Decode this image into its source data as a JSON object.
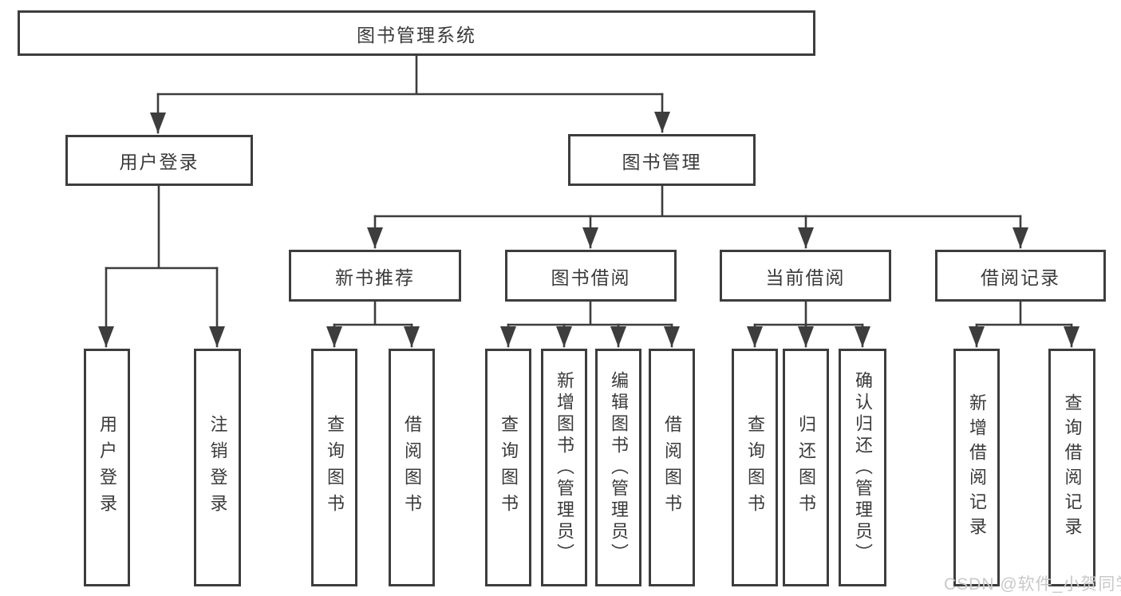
{
  "nodes": {
    "root": "图书管理系统",
    "user_login": "用户登录",
    "book_management": "图书管理",
    "new_book_recommend": "新书推荐",
    "book_borrow": "图书借阅",
    "current_borrow": "当前借阅",
    "borrow_records": "借阅记录",
    "leaf_user_login": "用户登录",
    "leaf_logout": "注销登录",
    "leaf_nbr_query_book": "查询图书",
    "leaf_nbr_borrow_book": "借阅图书",
    "leaf_bb_query_book": "查询图书",
    "leaf_bb_add_book_admin": "新增图书（管理员）",
    "leaf_bb_edit_book_admin": "编辑图书（管理员）",
    "leaf_bb_borrow_book": "借阅图书",
    "leaf_cb_query_book": "查询图书",
    "leaf_cb_return_book": "归还图书",
    "leaf_cb_confirm_return_admin": "确认归还（管理员）",
    "leaf_br_add_record": "新增借阅记录",
    "leaf_br_query_record": "查询借阅记录"
  },
  "watermark": "CSDN @软件_小贺同学",
  "colors": {
    "line": "#3d3d3d",
    "box_border": "#3d3d3d",
    "text": "#3a3a3a",
    "watermark": "#c9c9c9",
    "background": "#ffffff"
  }
}
